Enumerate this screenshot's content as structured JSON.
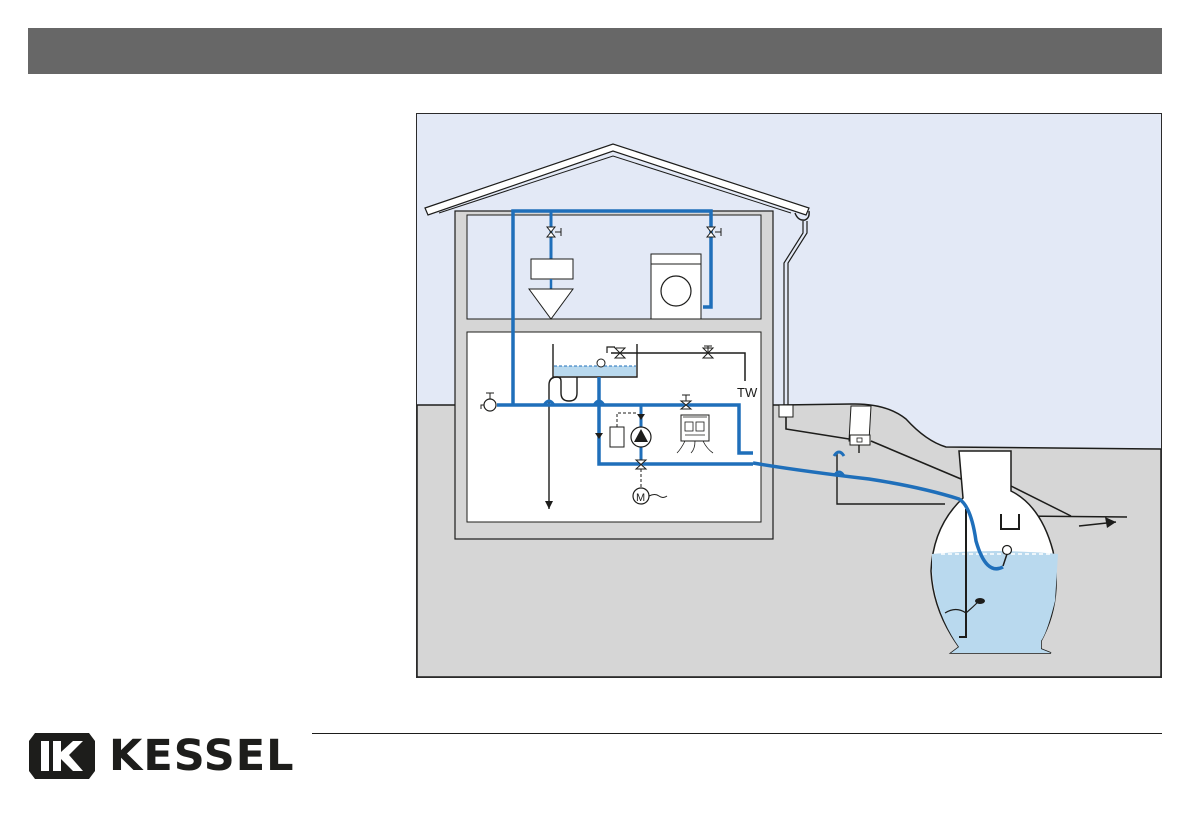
{
  "header": {
    "title": ""
  },
  "diagram": {
    "tw_label": "TW",
    "motor_label": "M"
  },
  "brand": {
    "name": "KESSEL",
    "colors": {
      "pipe": "#1f6fba",
      "water": "#b9d9ee",
      "sky": "#e3e9f6",
      "ground": "#d6d6d6",
      "header_bar": "#676767"
    }
  }
}
